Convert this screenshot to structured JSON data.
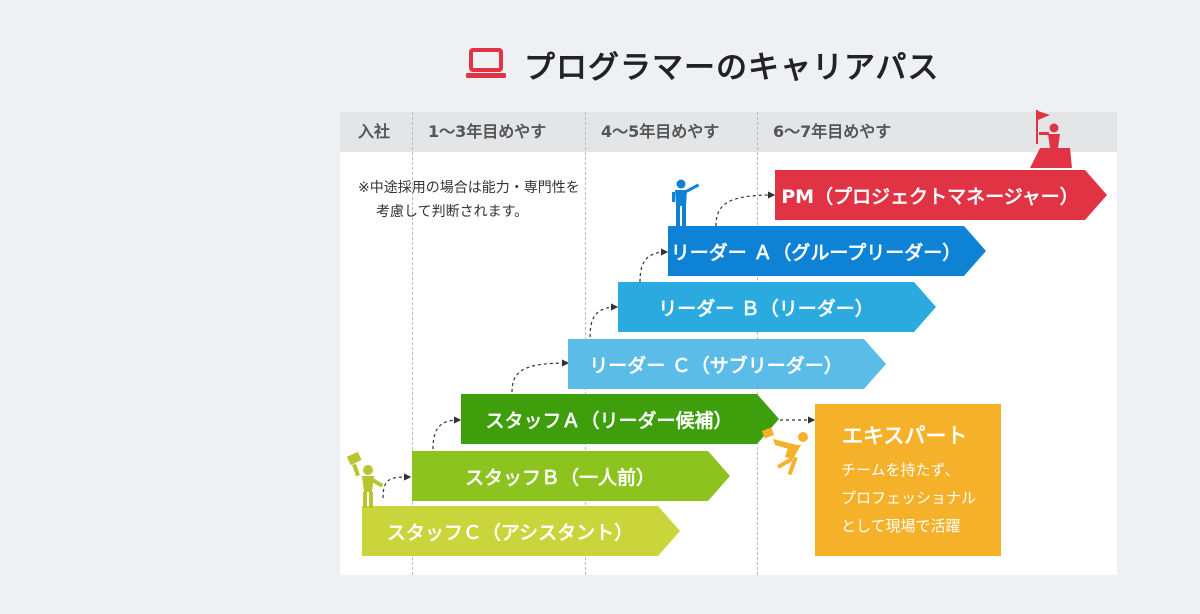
{
  "title": "プログラマーのキャリアパス",
  "header": {
    "columns": [
      "入社",
      "1～3年目めやす",
      "4～5年目めやす",
      "6～7年目めやす"
    ]
  },
  "note": {
    "line1": "※中途採用の場合は能力・専門性を",
    "line2": "考慮して判断されます。"
  },
  "steps": [
    {
      "id": "staff-c",
      "label": "スタッフＣ（アシスタント）",
      "color": "#c9d53a"
    },
    {
      "id": "staff-b",
      "label": "スタッフＢ（一人前）",
      "color": "#8cc31f"
    },
    {
      "id": "staff-a",
      "label": "スタッフＡ（リーダー候補）",
      "color": "#3e9e0c"
    },
    {
      "id": "leader-c",
      "label": "リーダー Ｃ（サブリーダー）",
      "color": "#5bbde7"
    },
    {
      "id": "leader-b",
      "label": "リーダー Ｂ（リーダー）",
      "color": "#2aaadf"
    },
    {
      "id": "leader-a",
      "label": "リーダー Ａ（グループリーダー）",
      "color": "#0e83d6"
    },
    {
      "id": "pm",
      "label": "PM（プロジェクトマネージャー）",
      "color": "#e03344"
    }
  ],
  "expert": {
    "title": "エキスパート",
    "desc": [
      "チームを持たず、",
      "プロフェッショナル",
      "として現場で活躍"
    ],
    "color": "#f6b12a"
  },
  "icons": {
    "title_icon": "laptop-icon",
    "staff_figure": "raised-arm-worker-icon",
    "leader_figure": "presenter-icon",
    "pm_figure": "summit-flag-icon",
    "expert_figure": "running-worker-icon"
  }
}
